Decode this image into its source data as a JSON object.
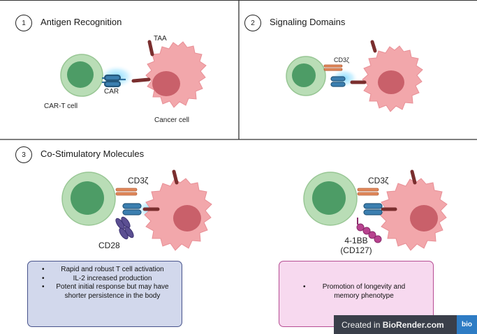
{
  "panels": [
    {
      "number": "1",
      "title": "Antigen Recognition"
    },
    {
      "number": "2",
      "title": "Signaling Domains"
    },
    {
      "number": "3",
      "title": "Co-Stimulatory Molecules"
    }
  ],
  "labels": {
    "taa": "TAA",
    "car": "CAR",
    "car_t_cell": "CAR-T cell",
    "cancer_cell": "Cancer cell",
    "cd3z_small": "CD3ζ",
    "cd3z_left": "CD3ζ",
    "cd3z_right": "CD3ζ",
    "cd28": "CD28",
    "four_1bb": "4-1BB",
    "cd127": "(CD127)"
  },
  "boxes": {
    "cd28_points": [
      "Rapid and robust T cell activation",
      "IL-2 increased production",
      "Potent initial response but may have shorter persistence in the body"
    ],
    "four_1bb_points": [
      "Promotion of longevity and memory phenotype"
    ]
  },
  "watermark": {
    "prefix": "Created in ",
    "brand": "BioRender.com",
    "logo": "bio"
  },
  "colors": {
    "tcell_outer": "#b9ddb6",
    "tcell_nucleus": "#4d9c66",
    "cancer": "#f2a7ab",
    "cancer_nucleus": "#c9606a",
    "car_blue": "#2f6f9c",
    "cd3z_orange": "#e0885a",
    "cd28_purple": "#5b4f92",
    "bb_magenta": "#b8428f",
    "box1_fill": "#d2d8ec",
    "box1_border": "#46528a",
    "box2_fill": "#f7d9ef",
    "box2_border": "#b64c93",
    "badge_bg": "#3a3f4a",
    "badge_logo": "#2e7cc4"
  }
}
